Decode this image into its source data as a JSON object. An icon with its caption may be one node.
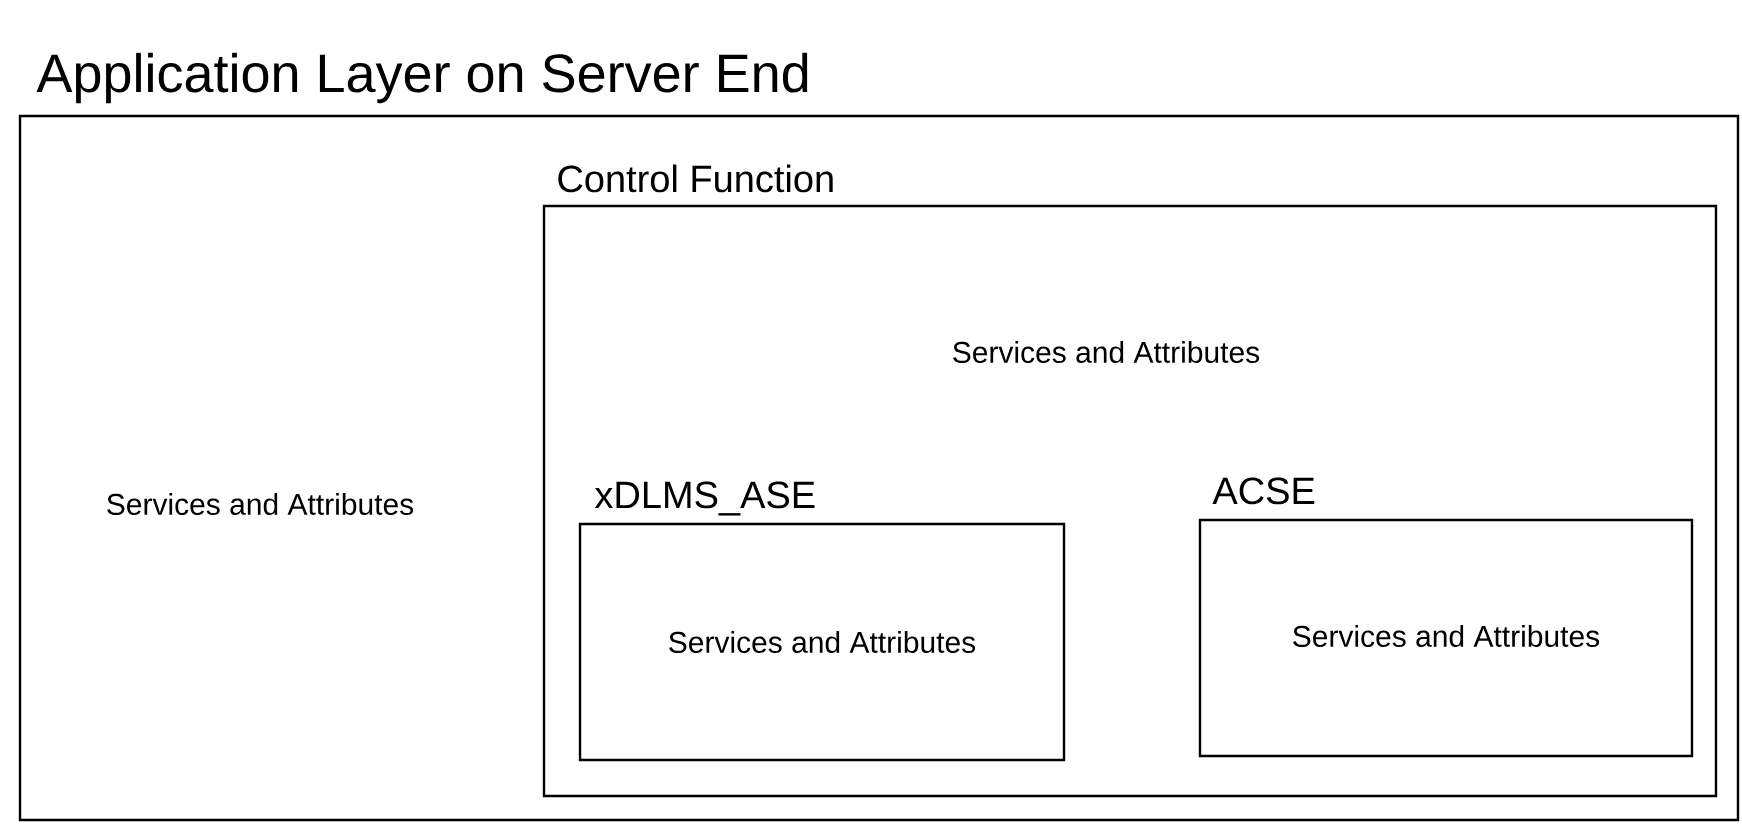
{
  "diagram": {
    "nodes": [
      {
        "text": [
          "Application Layer on Server End",
          "Services and Attributes"
        ]
      },
      {
        "text": [
          "Control Function",
          "Services and Attributes"
        ],
        "in": 0
      },
      {
        "text": [
          "xDLMS_ASE",
          "Services and Attributes"
        ],
        "in": 1
      },
      {
        "text": [
          "ACSE",
          "Services and Attributes"
        ],
        "in": 1
      }
    ]
  }
}
